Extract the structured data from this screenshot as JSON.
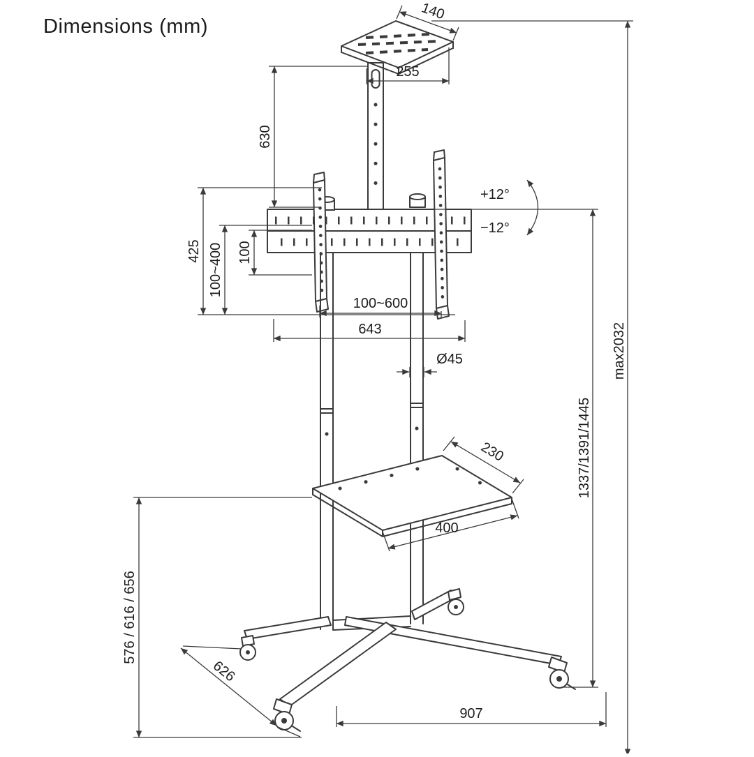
{
  "title": "Dimensions (mm)",
  "dims": {
    "top_tray_depth": "140",
    "top_tray_width": "255",
    "column_extension": "630",
    "bracket_height": "425",
    "vesa_vertical": "100~400",
    "vesa_spacing": "100",
    "vesa_horizontal": "100~600",
    "mount_width": "643",
    "tilt_up": "+12°",
    "tilt_down": "−12°",
    "pole_diameter": "Ø45",
    "shelf_depth": "230",
    "shelf_width": "400",
    "base_height_options": "576 / 616 / 656",
    "base_depth": "626",
    "base_width": "907",
    "column_heights": "1337/1391/1445",
    "max_height": "max2032"
  }
}
